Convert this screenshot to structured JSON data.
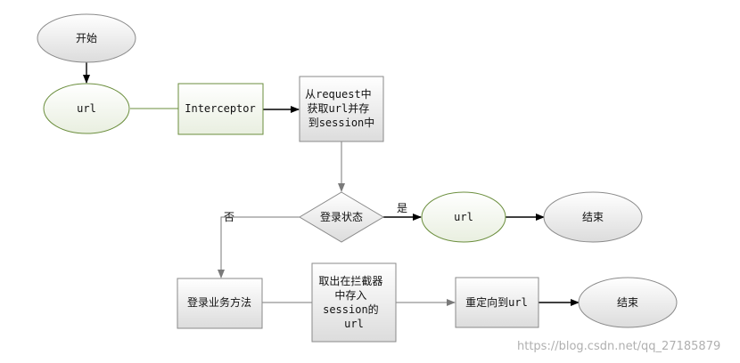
{
  "colors": {
    "plain_fill_top": "#ffffff",
    "plain_fill_bottom": "#dcdcdc",
    "green_fill_top": "#ffffff",
    "green_fill_bottom": "#e6eddc",
    "green_stroke": "#6b8e3d",
    "plain_stroke": "#8a8a8a",
    "arrow_dark": "#000000",
    "arrow_gray": "#7a7a7a"
  },
  "nodes": {
    "start": {
      "lines": [
        "开始"
      ]
    },
    "url_1": {
      "lines": [
        "url"
      ]
    },
    "interceptor": {
      "lines": [
        "Interceptor"
      ]
    },
    "get_url": {
      "lines": [
        "从request中",
        "获取url并存",
        "到session中"
      ]
    },
    "login_status": {
      "lines": [
        "登录状态"
      ]
    },
    "url_2": {
      "lines": [
        "url"
      ]
    },
    "end_1": {
      "lines": [
        "结束"
      ]
    },
    "login_method": {
      "lines": [
        "登录业务方法"
      ]
    },
    "take_out": {
      "lines": [
        "取出在拦截器",
        "中存入",
        "session的",
        "url"
      ]
    },
    "redirect": {
      "lines": [
        "重定向到url"
      ]
    },
    "end_2": {
      "lines": [
        "结束"
      ]
    }
  },
  "edges": {
    "yes_label": "是",
    "no_label": "否"
  },
  "watermark": "https://blog.csdn.net/qq_27185879"
}
